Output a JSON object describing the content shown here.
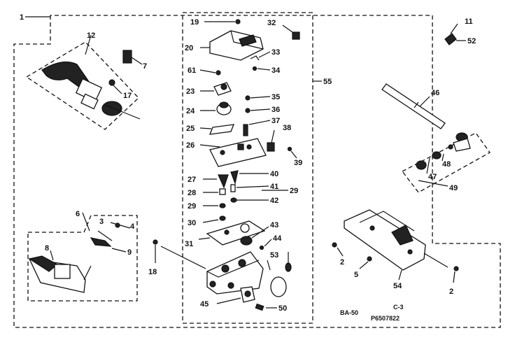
{
  "labels": {
    "l1": "1",
    "l2a": "2",
    "l2b": "2",
    "l3": "3",
    "l4": "4",
    "l5": "5",
    "l6": "6",
    "l7": "7",
    "l8": "8",
    "l9": "9",
    "l11": "11",
    "l12": "12",
    "l17": "17",
    "l18": "18",
    "l19": "19",
    "l20": "20",
    "l23": "23",
    "l24": "24",
    "l25": "25",
    "l26": "26",
    "l27": "27",
    "l28": "28",
    "l29a": "29",
    "l29b": "29",
    "l30": "30",
    "l31": "31",
    "l32": "32",
    "l33": "33",
    "l34": "34",
    "l35": "35",
    "l36": "36",
    "l37": "37",
    "l38": "38",
    "l39": "39",
    "l40": "40",
    "l41": "41",
    "l42": "42",
    "l43": "43",
    "l44": "44",
    "l45": "45",
    "l46": "46",
    "l47": "47",
    "l48": "48",
    "l49": "49",
    "l50": "50",
    "l52": "52",
    "l53": "53",
    "l54": "54",
    "l55": "55",
    "l61": "61"
  },
  "caption": {
    "code_left": "BA-50",
    "code_right": "C-3",
    "part_number": "P6507822"
  }
}
